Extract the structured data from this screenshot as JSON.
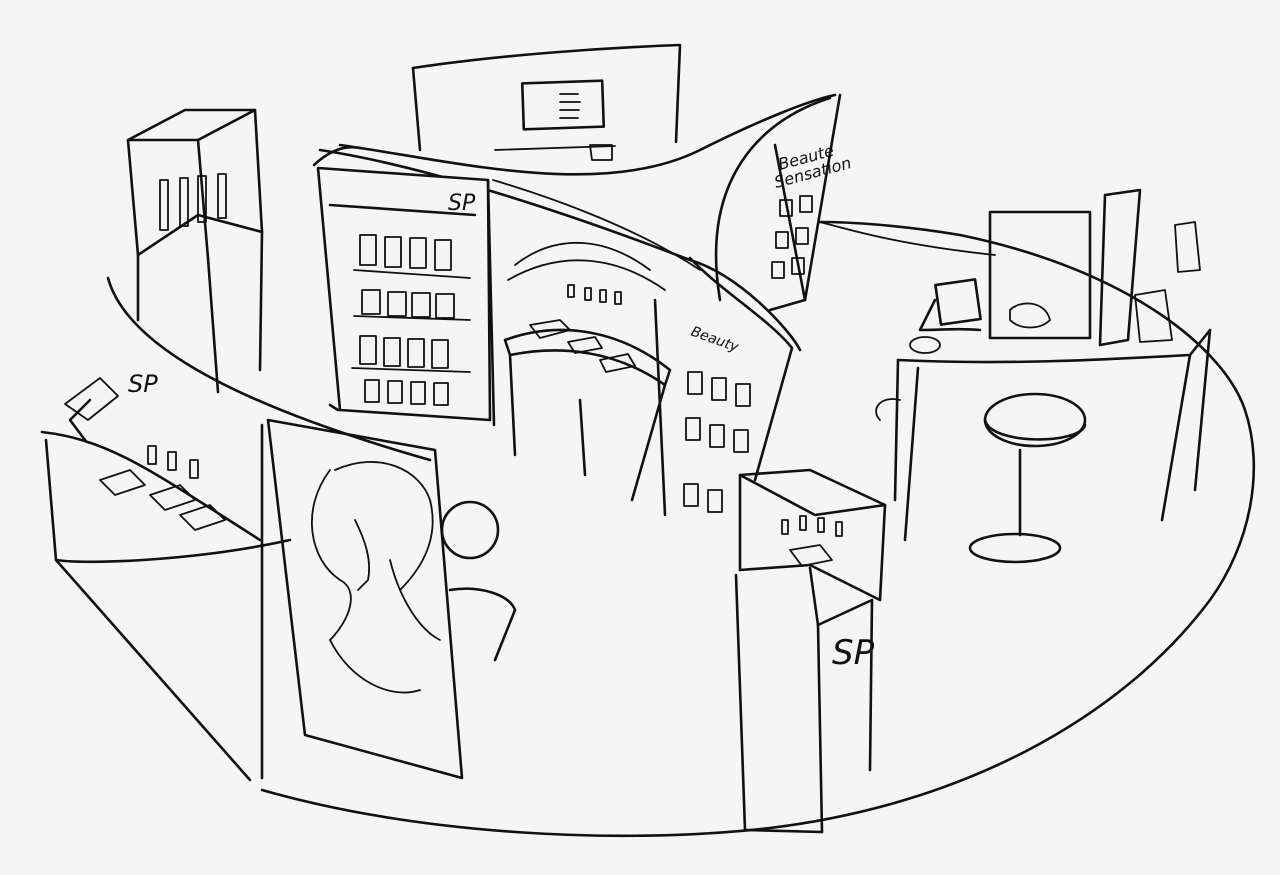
{
  "sketch": {
    "logo_mark": "SP",
    "banner_text_line1": "Beaute",
    "banner_text_line2": "Sensation",
    "shelf_sign_text": "Beauty",
    "ink_color": "#111111",
    "paper_color": "#f5f5f5"
  }
}
